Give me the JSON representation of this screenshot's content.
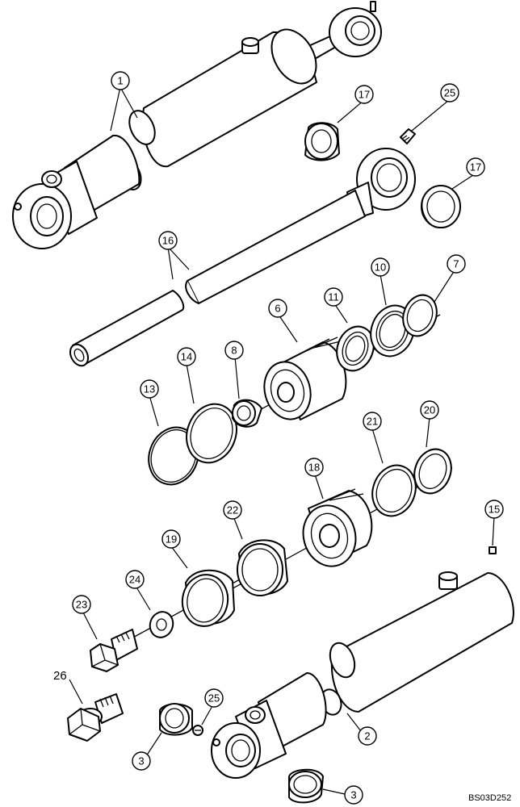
{
  "callouts": {
    "c1": "1",
    "c2": "2",
    "c3a": "3",
    "c3b": "3",
    "c6": "6",
    "c7": "7",
    "c8": "8",
    "c10": "10",
    "c11": "11",
    "c13": "13",
    "c14": "14",
    "c15": "15",
    "c16": "16",
    "c17a": "17",
    "c17b": "17",
    "c18": "18",
    "c19": "19",
    "c20": "20",
    "c21": "21",
    "c22": "22",
    "c23": "23",
    "c24": "24",
    "c25a": "25",
    "c25b": "25",
    "c26": "26"
  },
  "figure_code": "BS03D252"
}
